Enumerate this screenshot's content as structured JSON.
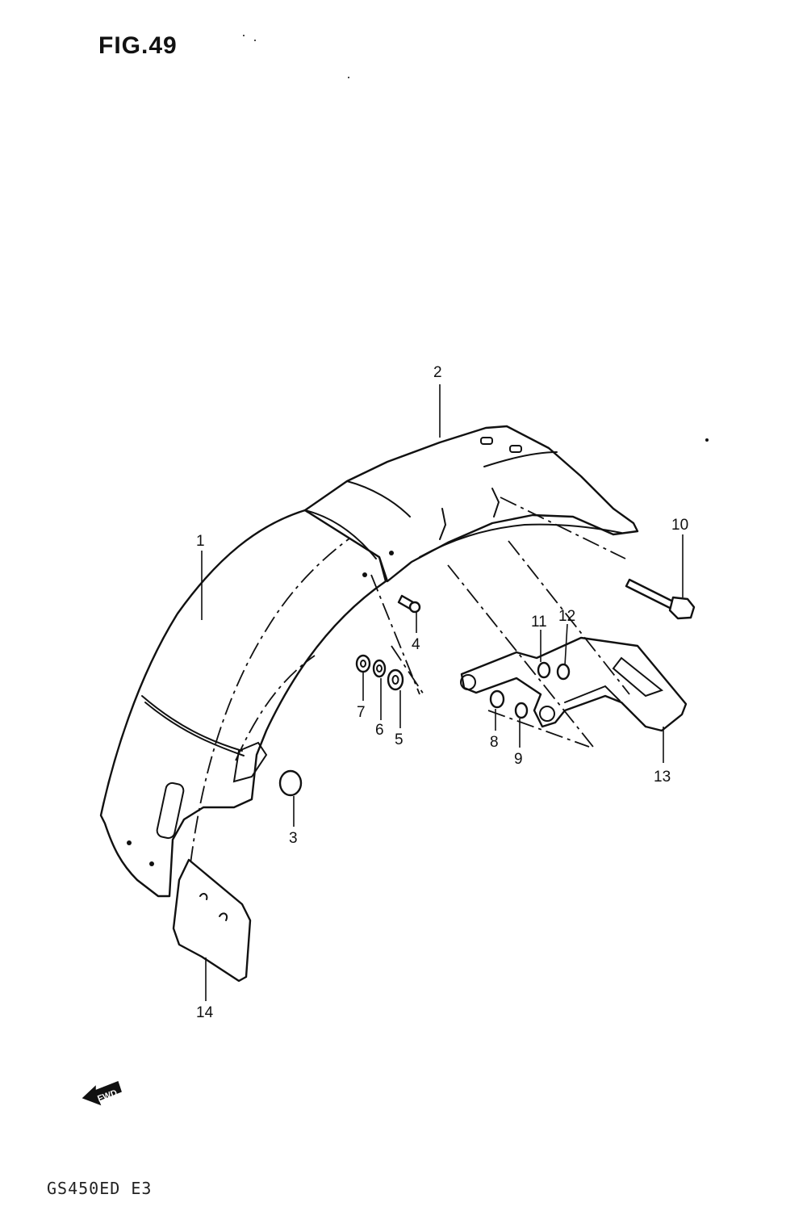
{
  "figure": {
    "title": "FIG.49",
    "model_code": "GS450ED  E3",
    "direction_label": "FWD"
  },
  "callouts": [
    {
      "id": "1",
      "label": "1"
    },
    {
      "id": "2",
      "label": "2"
    },
    {
      "id": "3",
      "label": "3"
    },
    {
      "id": "4",
      "label": "4"
    },
    {
      "id": "5",
      "label": "5"
    },
    {
      "id": "6",
      "label": "6"
    },
    {
      "id": "7",
      "label": "7"
    },
    {
      "id": "8",
      "label": "8"
    },
    {
      "id": "9",
      "label": "9"
    },
    {
      "id": "10",
      "label": "10"
    },
    {
      "id": "11",
      "label": "11"
    },
    {
      "id": "12",
      "label": "12"
    },
    {
      "id": "13",
      "label": "13"
    },
    {
      "id": "14",
      "label": "14"
    }
  ],
  "colors": {
    "ink": "#111111",
    "paper": "#ffffff"
  }
}
